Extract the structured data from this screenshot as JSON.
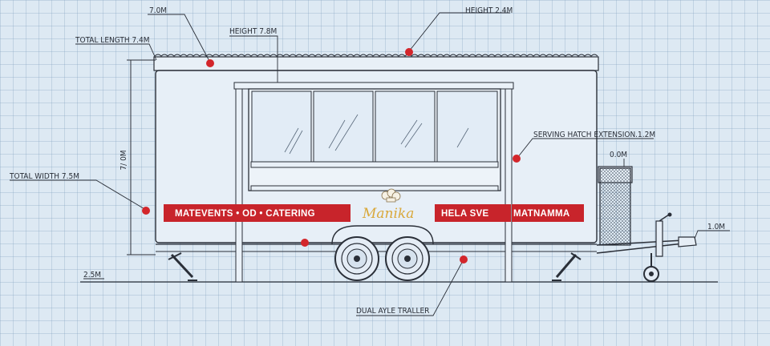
{
  "annotations": {
    "top_dim": "7.0M",
    "height": "HEIGHT 2.4M",
    "total_length": "TOTAL LENGTH 7.4M",
    "inner_height": "HEIGHT 7.8M",
    "side_height": "7/ 0M",
    "total_width": "TOTAL WIDTH 7.5M",
    "serving_hatch": "SERVING HATCH EXTENSION.1.2M",
    "box_dim": "0.0M",
    "hitch_dim": "1.0M",
    "ground": "2.5M",
    "axle": "DUAL AYLE TRALLER"
  },
  "bands": {
    "left": "MATEVENTS • OD • CATERING",
    "right": "HELA SVE",
    "right2": "MATNAMMA"
  },
  "logo": "Manika",
  "colors": {
    "line": "#2a2f38",
    "accent_red": "#c8242b",
    "marker_red": "#d3262b",
    "logo_gold": "#d9a83a"
  }
}
